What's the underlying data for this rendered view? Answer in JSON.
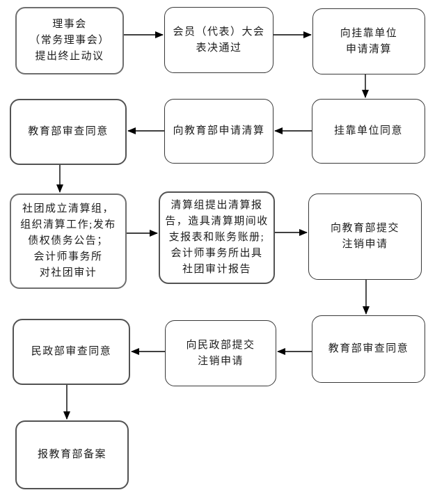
{
  "flowchart": {
    "boxes": [
      {
        "id": "board-termination-motion",
        "text": "理事会\n（常务理事会）\n提出终止动议"
      },
      {
        "id": "member-congress-vote",
        "text": "会员（代表）大会\n表决通过"
      },
      {
        "id": "apply-liquidation-host",
        "text": "向挂靠单位\n申请清算"
      },
      {
        "id": "host-unit-approval",
        "text": "挂靠单位同意"
      },
      {
        "id": "apply-liquidation-moe",
        "text": "向教育部申请清算"
      },
      {
        "id": "moe-review-approval-1",
        "text": "教育部审查同意"
      },
      {
        "id": "liquidation-group-setup",
        "text": "社团成立清算组，\n组织清算工作;发布\n债权债务公告；\n会计师事务所\n对社团审计"
      },
      {
        "id": "liquidation-report",
        "text": "清算组提出清算报\n告，造具清算期间收\n支报表和账务账册;\n会计师事务所出具\n社团审计报告"
      },
      {
        "id": "submit-deregistration-moe",
        "text": "向教育部提交\n注销申请"
      },
      {
        "id": "moe-review-approval-2",
        "text": "教育部审查同意"
      },
      {
        "id": "submit-deregistration-mca",
        "text": "向民政部提交\n注销申请"
      },
      {
        "id": "mca-review-approval",
        "text": "民政部审查同意"
      },
      {
        "id": "file-record-moe",
        "text": "报教育部备案"
      }
    ],
    "connections": [
      {
        "from": "board-termination-motion",
        "to": "member-congress-vote"
      },
      {
        "from": "member-congress-vote",
        "to": "apply-liquidation-host"
      },
      {
        "from": "apply-liquidation-host",
        "to": "host-unit-approval"
      },
      {
        "from": "host-unit-approval",
        "to": "apply-liquidation-moe"
      },
      {
        "from": "apply-liquidation-moe",
        "to": "moe-review-approval-1"
      },
      {
        "from": "moe-review-approval-1",
        "to": "liquidation-group-setup"
      },
      {
        "from": "liquidation-group-setup",
        "to": "liquidation-report"
      },
      {
        "from": "liquidation-report",
        "to": "submit-deregistration-moe"
      },
      {
        "from": "submit-deregistration-moe",
        "to": "moe-review-approval-2"
      },
      {
        "from": "moe-review-approval-2",
        "to": "submit-deregistration-mca"
      },
      {
        "from": "submit-deregistration-mca",
        "to": "mca-review-approval"
      },
      {
        "from": "mca-review-approval",
        "to": "file-record-moe"
      }
    ]
  },
  "colors": {
    "background": "#ffffff",
    "box_fill": "#ffffff",
    "box_border": "#383838",
    "box_border_thick": "#6e6e6e",
    "arrow": "#000000",
    "text": "#1c1c1c"
  }
}
